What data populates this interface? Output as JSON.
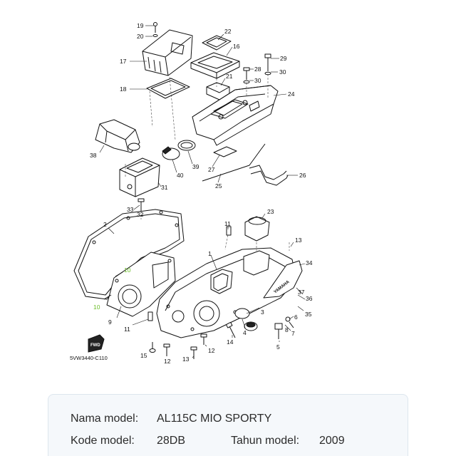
{
  "diagram": {
    "drawing_code": "5VW3440-C110",
    "parts": [
      {
        "id": "p19",
        "number": "19"
      },
      {
        "id": "p20",
        "number": "20"
      },
      {
        "id": "p22",
        "number": "22"
      },
      {
        "id": "p16",
        "number": "16"
      },
      {
        "id": "p17",
        "number": "17"
      },
      {
        "id": "p29",
        "number": "29"
      },
      {
        "id": "p28",
        "number": "28"
      },
      {
        "id": "p30a",
        "number": "30"
      },
      {
        "id": "p21",
        "number": "21"
      },
      {
        "id": "p30b",
        "number": "30"
      },
      {
        "id": "p18",
        "number": "18"
      },
      {
        "id": "p24",
        "number": "24"
      },
      {
        "id": "p38",
        "number": "38"
      },
      {
        "id": "p40",
        "number": "40"
      },
      {
        "id": "p39",
        "number": "39"
      },
      {
        "id": "p27",
        "number": "27"
      },
      {
        "id": "p26",
        "number": "26"
      },
      {
        "id": "p25",
        "number": "25"
      },
      {
        "id": "p31",
        "number": "31"
      },
      {
        "id": "p33",
        "number": "33"
      },
      {
        "id": "p32",
        "number": "32"
      },
      {
        "id": "p23",
        "number": "23"
      },
      {
        "id": "p2",
        "number": "2"
      },
      {
        "id": "p11a",
        "number": "11"
      },
      {
        "id": "p13a",
        "number": "13"
      },
      {
        "id": "p1",
        "number": "1"
      },
      {
        "id": "p34",
        "number": "34"
      },
      {
        "id": "p10a",
        "number": "10"
      },
      {
        "id": "p37",
        "number": "37"
      },
      {
        "id": "p36",
        "number": "36"
      },
      {
        "id": "p10b",
        "number": "10"
      },
      {
        "id": "p35",
        "number": "35"
      },
      {
        "id": "p6",
        "number": "6"
      },
      {
        "id": "p3",
        "number": "3"
      },
      {
        "id": "p9",
        "number": "9"
      },
      {
        "id": "p11b",
        "number": "11"
      },
      {
        "id": "p7",
        "number": "7"
      },
      {
        "id": "p14",
        "number": "14"
      },
      {
        "id": "p4",
        "number": "4"
      },
      {
        "id": "p8",
        "number": "8"
      },
      {
        "id": "p5",
        "number": "5"
      },
      {
        "id": "p12a",
        "number": "12"
      },
      {
        "id": "p15",
        "number": "15"
      },
      {
        "id": "p12b",
        "number": "12"
      },
      {
        "id": "p13b",
        "number": "13"
      }
    ],
    "fwd_label": "FWD",
    "brand_text": "YAMAHA",
    "highlight_color": "#6cbf2a"
  },
  "info": {
    "model_name_label": "Nama model:",
    "model_name_value": "AL115C MIO SPORTY",
    "model_code_label": "Kode model:",
    "model_code_value": "28DB",
    "model_year_label": "Tahun model:",
    "model_year_value": "2009"
  }
}
